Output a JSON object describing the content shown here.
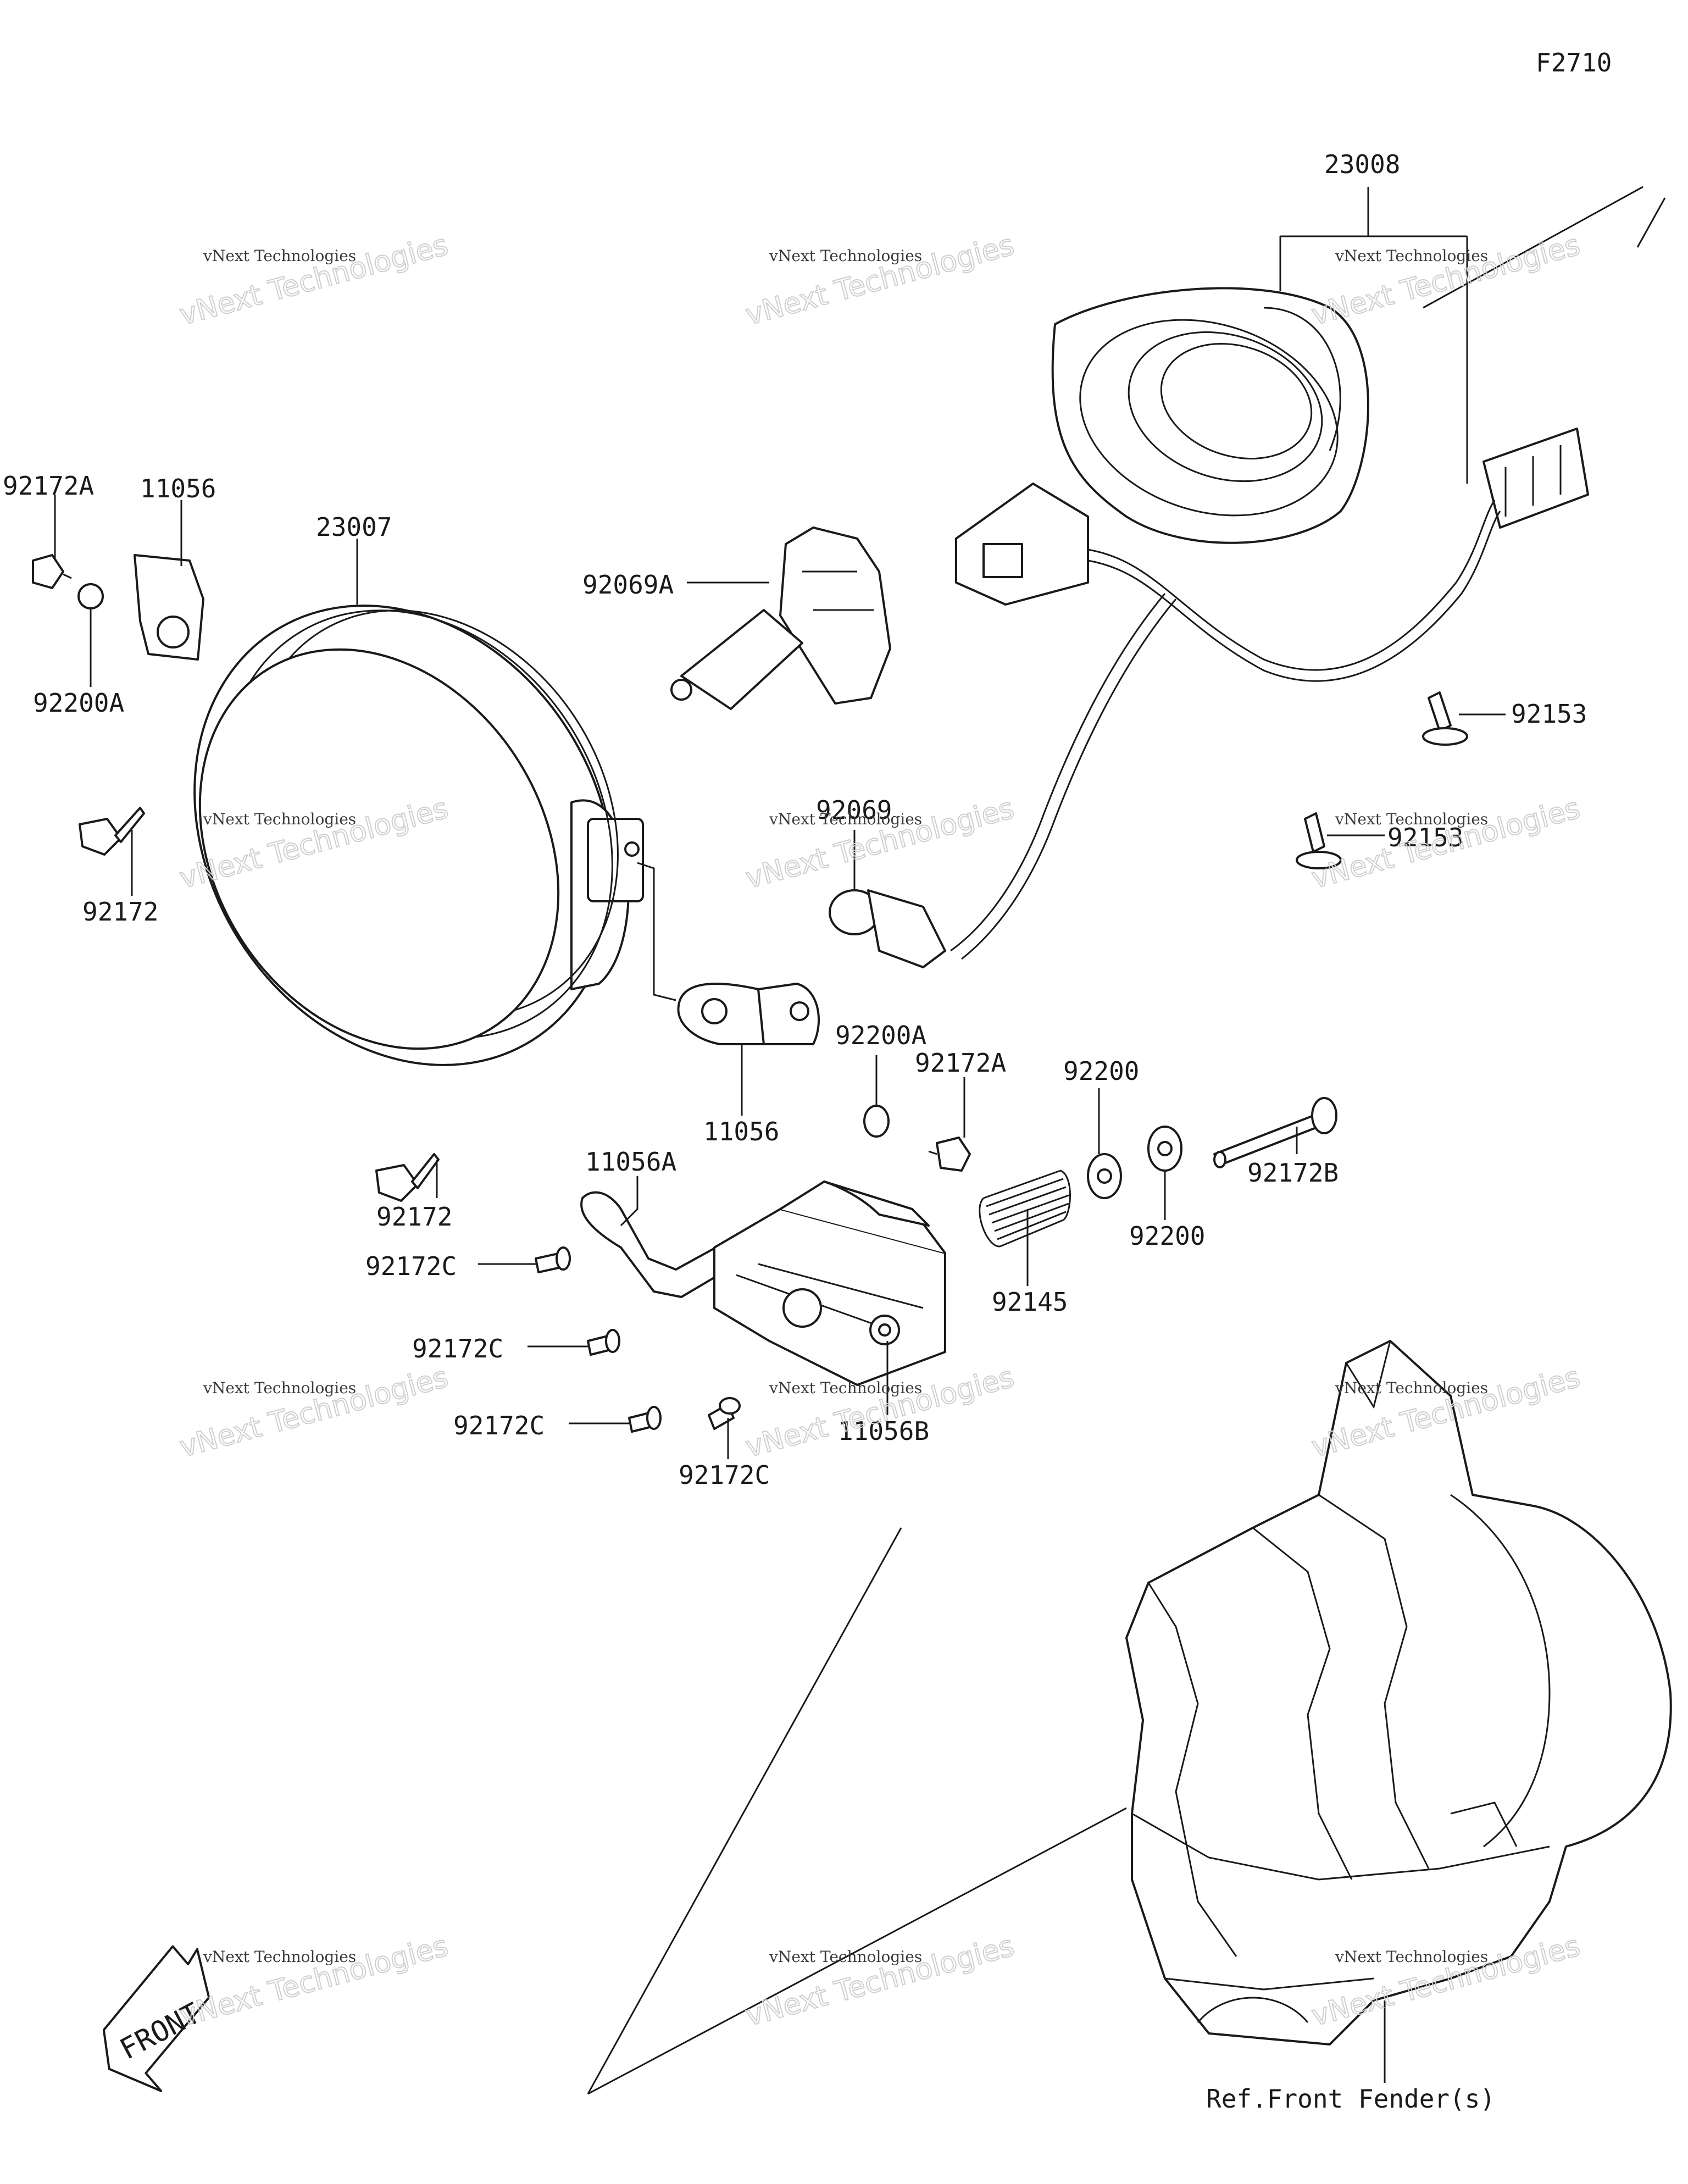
{
  "figure_id": "F2710",
  "callouts": [
    {
      "id": "c-23008",
      "text": "23008"
    },
    {
      "id": "c-92172A-top",
      "text": "92172A"
    },
    {
      "id": "c-11056-top",
      "text": "11056"
    },
    {
      "id": "c-23007",
      "text": "23007"
    },
    {
      "id": "c-92069A",
      "text": "92069A"
    },
    {
      "id": "c-92200A-left",
      "text": "92200A"
    },
    {
      "id": "c-92153-a",
      "text": "92153"
    },
    {
      "id": "c-92069",
      "text": "92069"
    },
    {
      "id": "c-92153-b",
      "text": "92153"
    },
    {
      "id": "c-92172-top",
      "text": "92172"
    },
    {
      "id": "c-92200A-mid",
      "text": "92200A"
    },
    {
      "id": "c-92172A-mid",
      "text": "92172A"
    },
    {
      "id": "c-92200-a",
      "text": "92200"
    },
    {
      "id": "c-11056-mid",
      "text": "11056"
    },
    {
      "id": "c-92172B",
      "text": "92172B"
    },
    {
      "id": "c-11056A",
      "text": "11056A"
    },
    {
      "id": "c-92172-low",
      "text": "92172"
    },
    {
      "id": "c-92200-b",
      "text": "92200"
    },
    {
      "id": "c-92172C-1",
      "text": "92172C"
    },
    {
      "id": "c-92145",
      "text": "92145"
    },
    {
      "id": "c-92172C-2",
      "text": "92172C"
    },
    {
      "id": "c-92172C-3",
      "text": "92172C"
    },
    {
      "id": "c-11056B",
      "text": "11056B"
    },
    {
      "id": "c-92172C-4",
      "text": "92172C"
    }
  ],
  "reference_label": "Ref.Front Fender(s)",
  "front_arrow_label": "FRONT",
  "watermark": {
    "line1": "vNext Technologies",
    "line2": "vNext Technologies"
  },
  "colors": {
    "ink": "#1a1a1a",
    "background": "#ffffff",
    "watermark": "#cfcfcf"
  }
}
